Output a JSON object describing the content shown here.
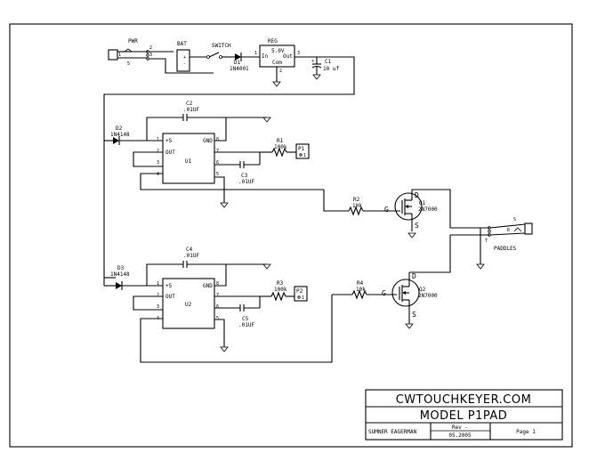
{
  "title_block": {
    "company": "CWTOUCHKEYER.COM",
    "model": "MODEL P1PAD",
    "author": "SUMNER EAGERMAN",
    "rev": "Rev -",
    "date": "05.2005",
    "page": "Page 1"
  },
  "power": {
    "pwr": "PWR",
    "pwr_pins": [
      "2",
      "3",
      "1",
      "5"
    ],
    "batt": "BAT",
    "switch": "SWITCH",
    "d1": "D1",
    "d1_part": "1N4001",
    "reg": "REG",
    "reg_voltage": "5.0V",
    "reg_in": "In",
    "reg_out": "Out",
    "reg_com": "Com",
    "reg_pins": [
      "1",
      "3",
      "2"
    ],
    "c1": "C1",
    "c1_value": "10 uf"
  },
  "upper": {
    "c2": "C2",
    "c2_value": ".01UF",
    "d2": "D2",
    "d2_part": "1N4148",
    "u1": "U1",
    "r1": "R1",
    "r1_value": "100k",
    "p1": "P1",
    "c3": "C3",
    "c3_value": ".01UF",
    "r2": "R2",
    "r2_value": "10k",
    "q1": "Q1",
    "q1_part": "2N7000",
    "pins_left": [
      "1",
      "2",
      "3",
      "4"
    ],
    "pins_right": [
      "8",
      "7",
      "6",
      "5"
    ],
    "pin_names": [
      "+5",
      "OUT",
      "GND"
    ]
  },
  "lower": {
    "c4": "C4",
    "c4_value": ".01UF",
    "d3": "D3",
    "d3_part": "1N4148",
    "u2": "U2",
    "r3": "R3",
    "r3_value": "100k",
    "p2": "P2",
    "c5": "C5",
    "c5_value": ".01UF",
    "r4": "R4",
    "r4_value": "10k",
    "q2": "Q2",
    "q2_part": "2N7000",
    "pins_left": [
      "1",
      "2",
      "3",
      "4"
    ],
    "pins_right": [
      "8",
      "7",
      "6",
      "5"
    ],
    "pin_names": [
      "+5",
      "OUT",
      "GND"
    ]
  },
  "paddles": {
    "label": "PADDLES",
    "pins": [
      "S",
      "R",
      "T"
    ]
  },
  "fet_pins": [
    "D",
    "G",
    "S"
  ],
  "header_pin": "1"
}
